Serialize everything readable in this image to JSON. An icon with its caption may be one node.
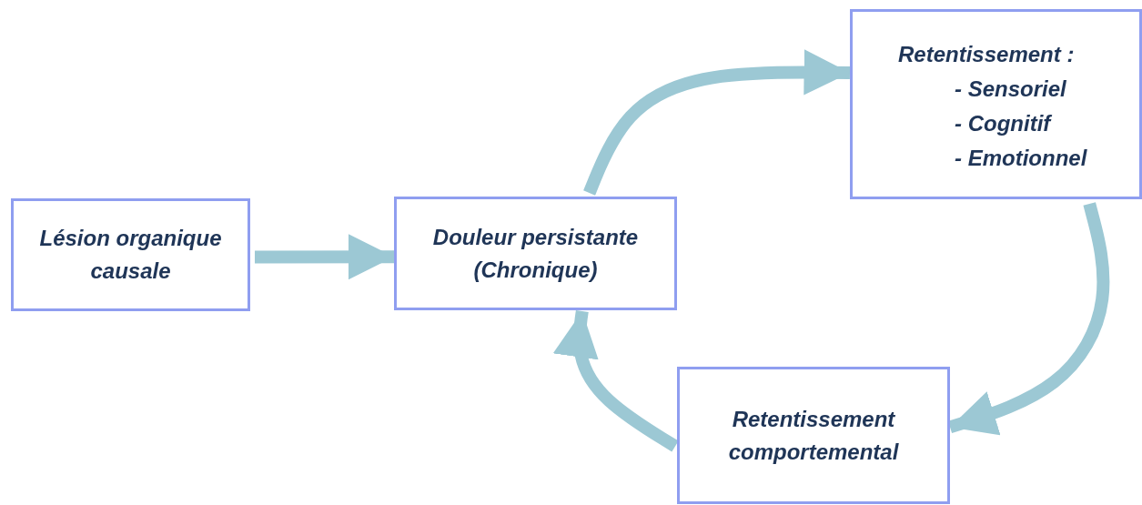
{
  "diagram": {
    "nodes": [
      {
        "text": [
          "Lésion organique causale"
        ]
      },
      {
        "text": [
          "Douleur persistante (Chronique)"
        ]
      },
      {
        "text": [
          "Retentissement :",
          "- Sensoriel",
          "- Cognitif",
          "- Emotionnel"
        ]
      },
      {
        "text": [
          "Retentissement comportemental"
        ]
      }
    ],
    "edges": [
      {
        "from": 0,
        "to": 1,
        "arrow": "to"
      },
      {
        "from": 1,
        "to": 2,
        "arrow": "to"
      },
      {
        "from": 2,
        "to": 3,
        "arrow": "to"
      },
      {
        "from": 3,
        "to": 1,
        "arrow": "to"
      }
    ]
  }
}
